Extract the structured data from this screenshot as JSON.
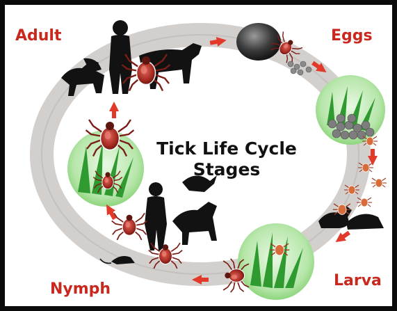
{
  "diagram": {
    "title_line1": "Tick Life Cycle",
    "title_line2": "Stages"
  },
  "stages": {
    "adult": "Adult",
    "eggs": "Eggs",
    "larva": "Larva",
    "nymph": "Nymph"
  },
  "colors": {
    "ring": "#d2cfcd",
    "arrow": "#e23a2a",
    "label": "#c8281e",
    "tick_body": "#b3362c",
    "grass": "#3aa63a",
    "circle_bg": "#bfe9b5",
    "silhouette": "#121212"
  }
}
